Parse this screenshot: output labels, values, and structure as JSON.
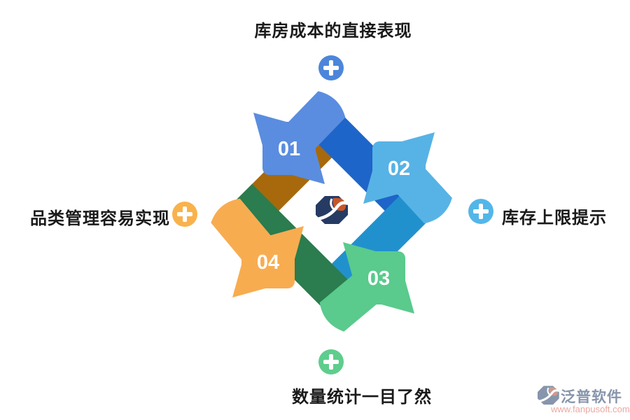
{
  "steps": [
    {
      "number": "01",
      "label": "库房成本的直接表现",
      "placement": "top",
      "arrow_color": "#5A8DDF",
      "fold_color": "#1E65C9",
      "plus_color": "#4C86DA"
    },
    {
      "number": "02",
      "label": "库存上限提示",
      "placement": "right",
      "arrow_color": "#57B3E5",
      "fold_color": "#2191CE",
      "plus_color": "#54B6E8"
    },
    {
      "number": "03",
      "label": "数量统计一目了然",
      "placement": "bottom",
      "arrow_color": "#5ACA8D",
      "fold_color": "#2B7C4E",
      "plus_color": "#5ECD8D"
    },
    {
      "number": "04",
      "label": "品类管理容易实现",
      "placement": "left",
      "arrow_color": "#F8AC50",
      "fold_color": "#A7690C",
      "plus_color": "#F9B24B"
    }
  ],
  "center_logo": {
    "navy": "#263B63",
    "orange": "#C85629"
  },
  "watermark": {
    "brand": "泛普软件",
    "url": "www.fanpusoft.com",
    "brand_color": "#8795AC",
    "url_color": "#ECA8A2",
    "icon_body_color": "#8795AC",
    "icon_petal_color": "#C89B90"
  }
}
